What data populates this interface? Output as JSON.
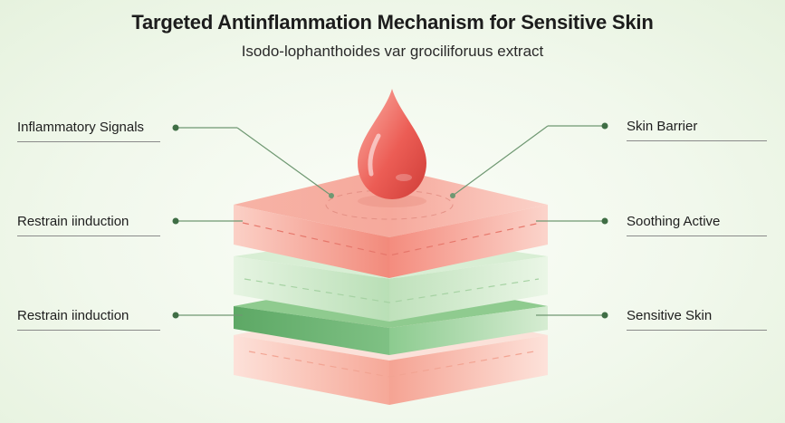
{
  "header": {
    "title": "Targeted Antinflammation Mechanism for Sensitive Skin",
    "subtitle": "Isodo-lophanthoides var grociliforuus extract"
  },
  "labels": {
    "left": [
      "Inflammatory Signals",
      "Restrain iinduction",
      "Restrain iinduction"
    ],
    "right": [
      "Skin Barrier",
      "Soothing Active",
      "Sensitive Skin"
    ]
  },
  "colors": {
    "drop": "#e8504a",
    "coral_layer": "#f2887a",
    "green_layer": "#6fb574",
    "pale_green_layer": "#c9e6c6",
    "connector": "#5a8f5f",
    "dot": "#3f6e45"
  },
  "icons": {
    "drop": "drop-icon"
  }
}
